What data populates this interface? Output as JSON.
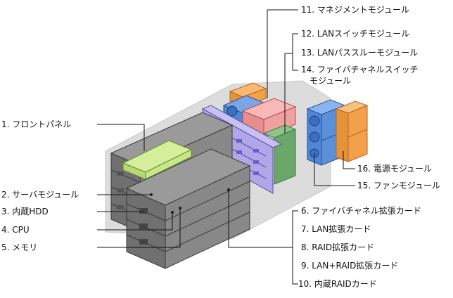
{
  "labels": {
    "l1": "1. フロントパネル",
    "l2": "2. サーバモジュール",
    "l3": "3. 内蔵HDD",
    "l4": "4. CPU",
    "l5": "5. メモリ",
    "l6": "6. ファイバチャネル拡張カード",
    "l7": "7. LAN拡張カード",
    "l8": "8. RAID拡張カード",
    "l9": "9. LAN+RAID拡張カード",
    "l10": "10. 内蔵RAIDカード",
    "l11": "11. マネジメントモジュール",
    "l12": "12. LANスイッチモジュール",
    "l13": "13. LANパススルーモジュール",
    "l14a": "14. ファイバチャネルスイッチ",
    "l14b": "モジュール",
    "l15": "15. ファンモジュール",
    "l16": "16. 電源モジュール"
  },
  "colors": {
    "server": "#8a8a8a",
    "server_top": "#6f6f6f",
    "front_panel": "#c8e68a",
    "management": "#f4a04a",
    "lan_switch": "#f0a0a0",
    "fiber_switch": "#6aa86a",
    "fan": "#5b8fd8",
    "power": "#f4a04a",
    "card": "#b0a6e8",
    "chassis": "#d8d8d8"
  }
}
